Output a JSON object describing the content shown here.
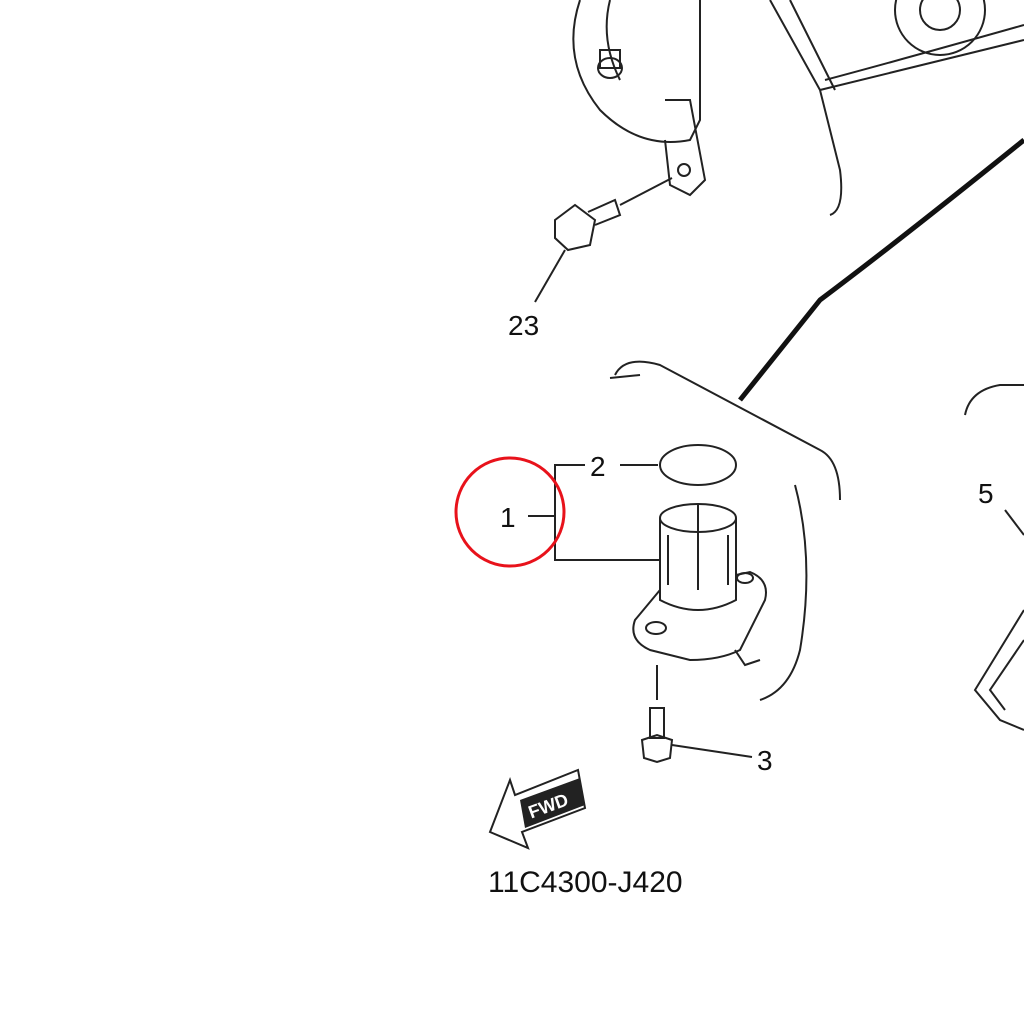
{
  "diagram": {
    "callouts": {
      "part_23": "23",
      "part_2": "2",
      "part_1": "1",
      "part_3": "3",
      "part_5": "5"
    },
    "fwd_label": "FWD",
    "diagram_code": "11C4300-J420",
    "highlight_color": "#e8121b"
  }
}
